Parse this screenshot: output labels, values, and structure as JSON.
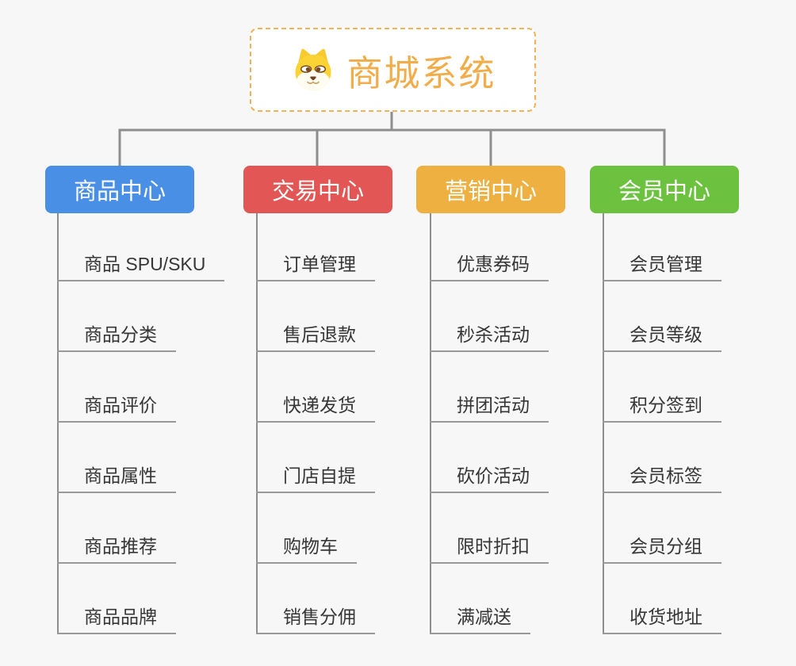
{
  "root": {
    "title": "商城系统",
    "icon": "shiba-dog-icon",
    "title_color": "#f0ad4a",
    "border_color": "#f3b159"
  },
  "connectors": {
    "color": "#8e8e8e",
    "underline_color": "#999999"
  },
  "branches": [
    {
      "label": "商品中心",
      "color": "#4a8fe6",
      "children": [
        "商品 SPU/SKU",
        "商品分类",
        "商品评价",
        "商品属性",
        "商品推荐",
        "商品品牌"
      ]
    },
    {
      "label": "交易中心",
      "color": "#e25755",
      "children": [
        "订单管理",
        "售后退款",
        "快递发货",
        "门店自提",
        "购物车",
        "销售分佣"
      ]
    },
    {
      "label": "营销中心",
      "color": "#efb042",
      "children": [
        "优惠券码",
        "秒杀活动",
        "拼团活动",
        "砍价活动",
        "限时折扣",
        "满减送"
      ]
    },
    {
      "label": "会员中心",
      "color": "#6cc23e",
      "children": [
        "会员管理",
        "会员等级",
        "积分签到",
        "会员标签",
        "会员分组",
        "收货地址"
      ]
    }
  ]
}
